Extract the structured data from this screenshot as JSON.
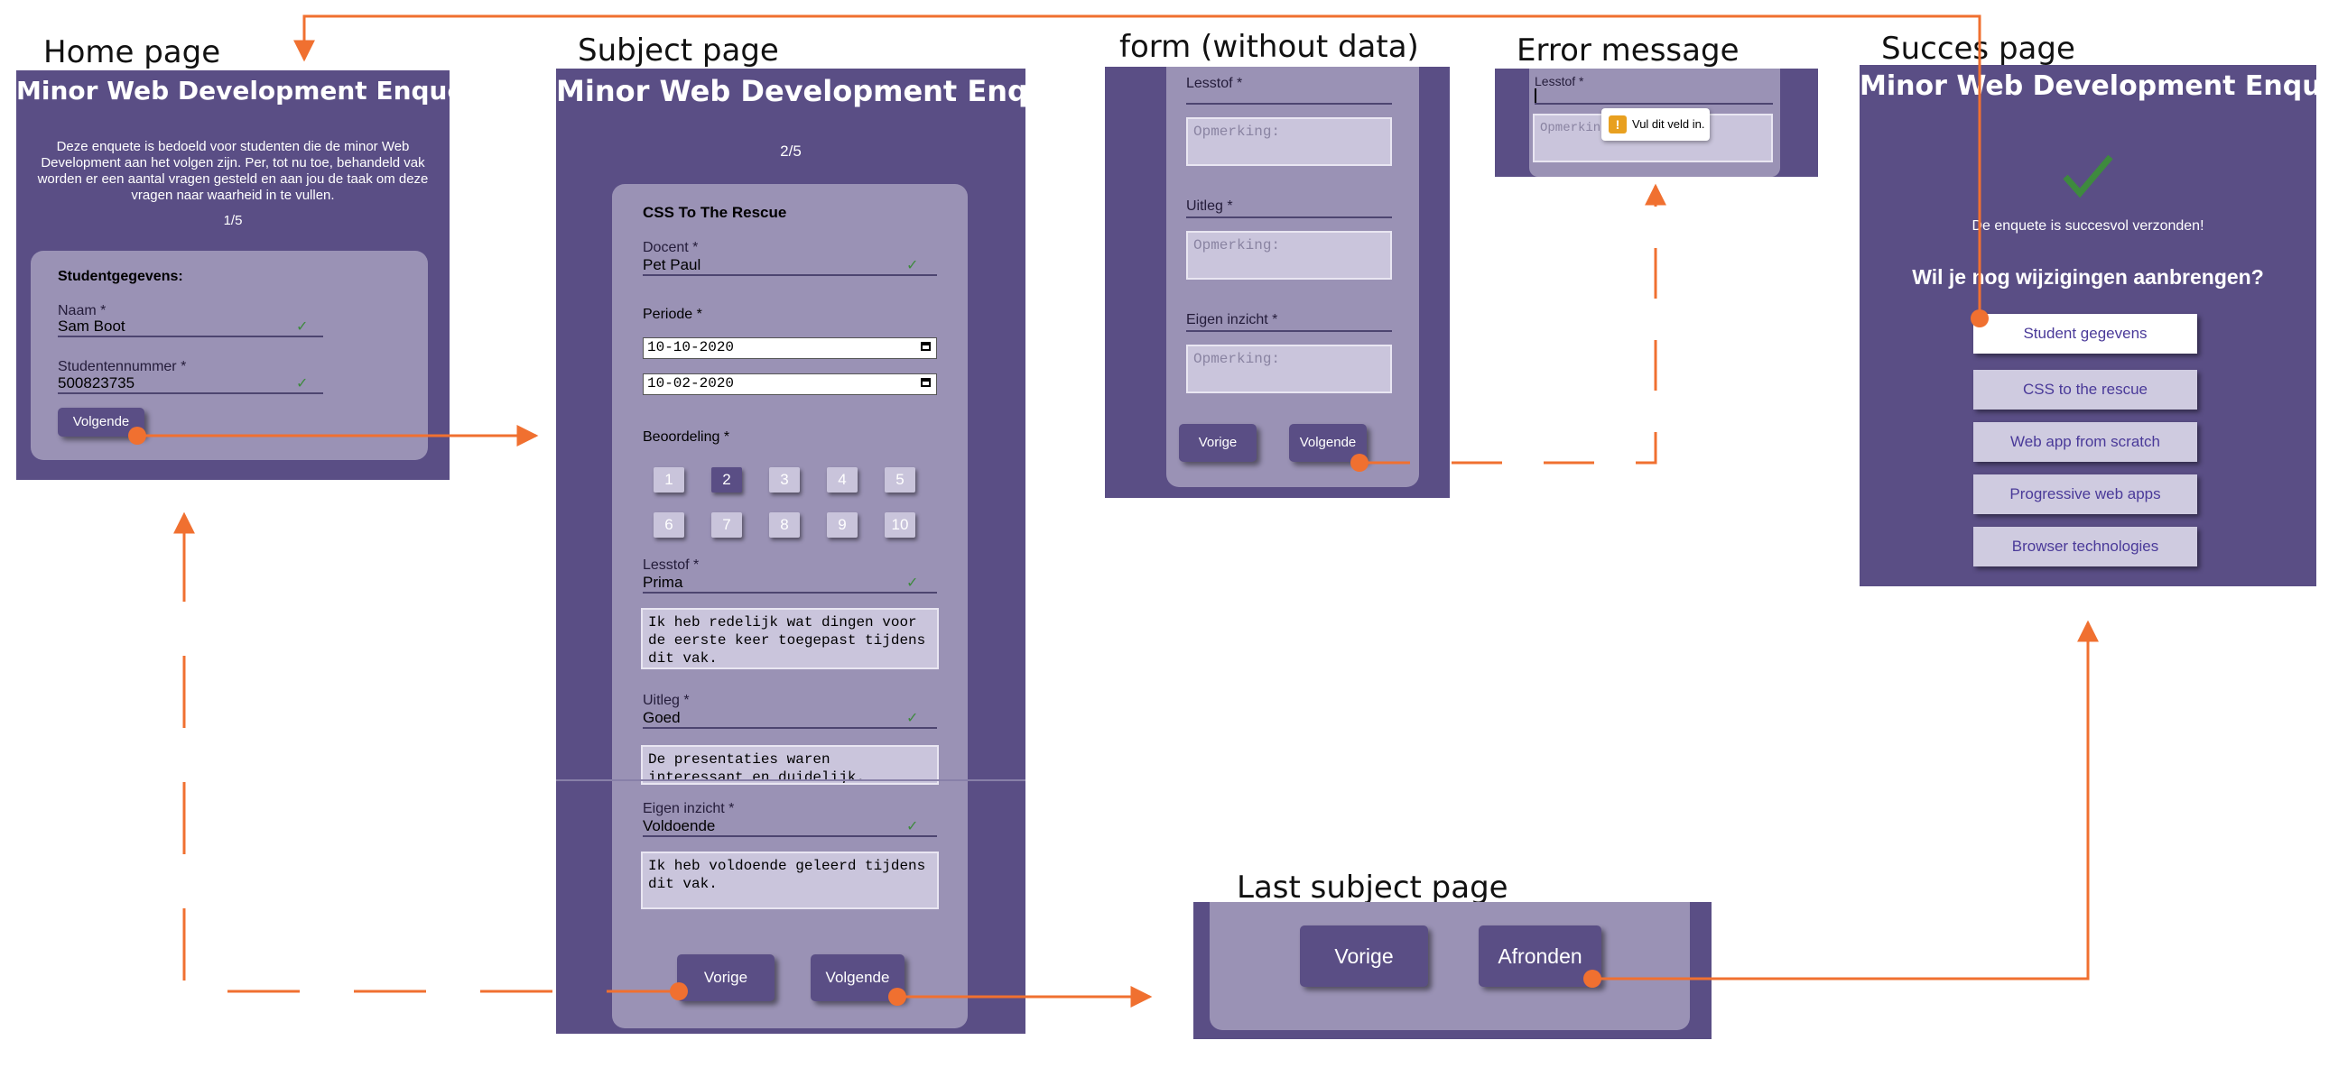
{
  "captions": {
    "home": "Home page",
    "subject": "Subject page",
    "form": "form (without data)",
    "error": "Error message",
    "success": "Succes page",
    "last": "Last subject page"
  },
  "app_title": "Minor Web Development Enquete",
  "home": {
    "intro": [
      "Deze enquete is bedoeld voor studenten die de minor Web",
      "Development aan het volgen zijn. Per, tot nu toe, behandeld vak",
      "worden er een aantal vragen gesteld en aan jou de taak om deze",
      "vragen naar waarheid in te vullen."
    ],
    "step": "1/5",
    "section": "Studentgegevens:",
    "name_label": "Naam *",
    "name_value": "Sam Boot",
    "number_label": "Studentennummer *",
    "number_value": "500823735",
    "next": "Volgende"
  },
  "subject": {
    "step": "2/5",
    "course": "CSS To The Rescue",
    "teacher_label": "Docent *",
    "teacher_value": "Pet Paul",
    "period_label": "Periode *",
    "date_from": "10-10-2020",
    "date_to": "10-02-2020",
    "rating_label": "Beoordeling *",
    "ratings": [
      "1",
      "2",
      "3",
      "4",
      "5",
      "6",
      "7",
      "8",
      "9",
      "10"
    ],
    "rating_selected": "2",
    "material_label": "Lesstof *",
    "material_value": "Prima",
    "material_comment": "Ik heb redelijk wat dingen voor\nde eerste keer toegepast tijdens\ndit vak.",
    "explanation_label": "Uitleg *",
    "explanation_value": "Goed",
    "explanation_comment": "De presentaties waren\ninteressant en duidelijk.",
    "insight_label": "Eigen inzicht *",
    "insight_value": "Voldoende",
    "insight_comment": "Ik heb voldoende geleerd tijdens\ndit vak.",
    "prev": "Vorige",
    "next": "Volgende"
  },
  "form": {
    "material_label": "Lesstof *",
    "explanation_label": "Uitleg *",
    "insight_label": "Eigen inzicht *",
    "placeholder": "Opmerking:",
    "prev": "Vorige",
    "next": "Volgende"
  },
  "error": {
    "material_label": "Lesstof *",
    "placeholder": "Opmerking:",
    "tooltip": "Vul dit veld in.",
    "tooltip_icon": "warning-icon"
  },
  "success": {
    "confirmation": "De enquete is succesvol verzonden!",
    "question": "Wil je nog wijzigingen aanbrengen?",
    "buttons": [
      "Student gegevens",
      "CSS to the rescue",
      "Web app from scratch",
      "Progressive web apps",
      "Browser technologies"
    ]
  },
  "last": {
    "prev": "Vorige",
    "finish": "Afronden"
  },
  "colors": {
    "panel": "#5a4e85",
    "card": "#9a92b5",
    "arrow": "#f07030",
    "check": "#3e8a3e"
  }
}
